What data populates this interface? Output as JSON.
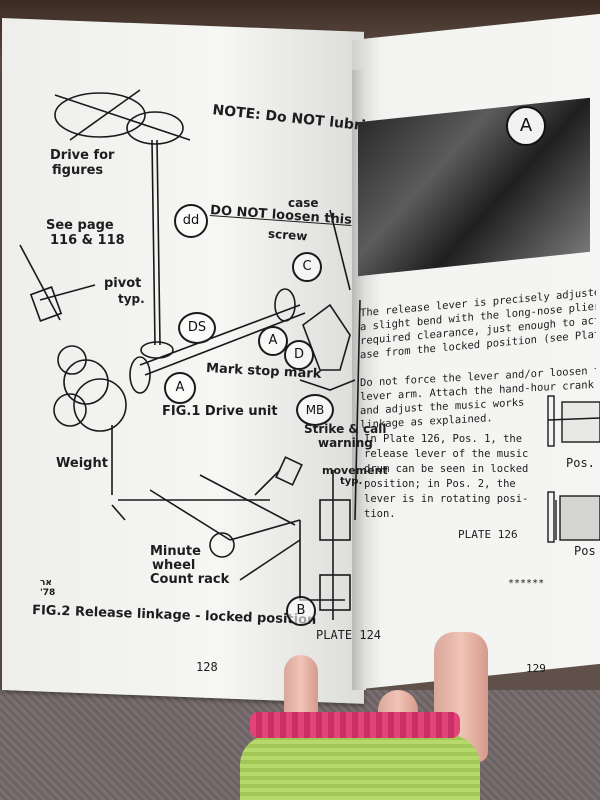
{
  "left_page": {
    "note": "NOTE: Do NOT lubricate",
    "drive_label_1": "Drive for",
    "drive_label_2": "figures",
    "dd": "dd",
    "do_not_loosen": "DO NOT loosen this",
    "screw": "screw",
    "case": "case",
    "see_page_1": "See page",
    "see_page_2": "116 & 118",
    "pivot": "pivot",
    "pivot_typ": "typ.",
    "c": "C",
    "ds": "DS",
    "a1": "A",
    "a2": "A",
    "d": "D",
    "mark_stop": "Mark stop mark",
    "fig1": "FIG.1 Drive unit",
    "mb": "MB",
    "strike_1": "Strike & call",
    "strike_2": "warning",
    "movement_1": "movement",
    "movement_2": "typ.",
    "weight": "Weight",
    "minute_1": "Minute",
    "minute_2": "wheel",
    "count_rack": "Count rack",
    "initials_1": "אר",
    "initials_2": "'78",
    "fig2": "FIG.2 Release linkage - locked position",
    "b": "B",
    "plate": "PLATE 124",
    "page_number": "128"
  },
  "right_page": {
    "photo_label": "A",
    "p1": [
      "The release lever is precisely adjusted b",
      "a slight bend with the long-nose plier wi",
      "required clearance, just enough to activa",
      "ase from the locked position (see Plate"
    ],
    "p2": [
      "Do not force the lever and/or loosen the",
      "lever arm. Attach the hand-hour crank, t",
      "and adjust the music works",
      "linkage as explained."
    ],
    "p3": [
      "In Plate 126, Pos. 1, the",
      "release lever of the music",
      "drum can be seen in locked",
      "position; in Pos. 2, the",
      "lever is in rotating posi-",
      "tion."
    ],
    "pos1": "Pos.",
    "pos2": "Pos",
    "plate": "PLATE 126",
    "stars": "******",
    "page_number": "129"
  }
}
